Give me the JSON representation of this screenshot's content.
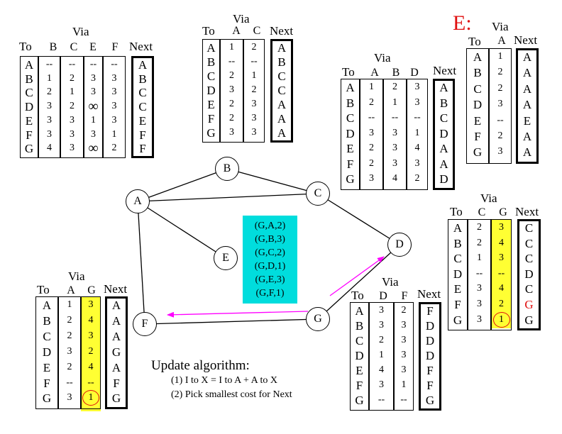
{
  "graph": {
    "nodes": [
      "A",
      "B",
      "C",
      "D",
      "E",
      "F",
      "G"
    ],
    "edges": [
      [
        "A",
        "B"
      ],
      [
        "A",
        "C"
      ],
      [
        "A",
        "E"
      ],
      [
        "A",
        "F"
      ],
      [
        "B",
        "C"
      ],
      [
        "C",
        "D"
      ],
      [
        "F",
        "G"
      ],
      [
        "G",
        "D"
      ]
    ],
    "vector_lines": [
      "(G,A,2)",
      "(G,B,3)",
      "(G,C,2)",
      "(G,D,1)",
      "(G,E,3)",
      "(G,F,1)"
    ],
    "arrow_color": "#ff00ff",
    "vector_box_color": "#00dddd"
  },
  "tables": [
    {
      "id": "table-a",
      "labels": {
        "via": "Via",
        "to": "To",
        "next": "Next"
      },
      "to": [
        "A",
        "B",
        "C",
        "D",
        "E",
        "F",
        "G"
      ],
      "via_cols": [
        {
          "header": "B",
          "values": [
            "--",
            "1",
            "2",
            "3",
            "3",
            "3",
            "4"
          ]
        },
        {
          "header": "C",
          "values": [
            "--",
            "2",
            "1",
            "2",
            "3",
            "3",
            "3"
          ]
        },
        {
          "header": "E",
          "values": [
            "--",
            "3",
            "3",
            "∞",
            "1",
            "3",
            "∞"
          ]
        },
        {
          "header": "F",
          "values": [
            "--",
            "3",
            "3",
            "3",
            "3",
            "1",
            "2"
          ]
        }
      ],
      "next": [
        "A",
        "B",
        "C",
        "C",
        "E",
        "F",
        "F"
      ]
    },
    {
      "id": "table-b",
      "labels": {
        "via": "Via",
        "to": "To",
        "next": "Next"
      },
      "to": [
        "A",
        "B",
        "C",
        "D",
        "E",
        "F",
        "G"
      ],
      "via_cols": [
        {
          "header": "A",
          "values": [
            "1",
            "--",
            "2",
            "3",
            "2",
            "2",
            "3"
          ]
        },
        {
          "header": "C",
          "values": [
            "2",
            "--",
            "1",
            "2",
            "3",
            "3",
            "3"
          ]
        }
      ],
      "next": [
        "A",
        "B",
        "C",
        "C",
        "A",
        "A",
        "A"
      ]
    },
    {
      "id": "table-c",
      "labels": {
        "via": "Via",
        "to": "To",
        "next": "Next"
      },
      "to": [
        "A",
        "B",
        "C",
        "D",
        "E",
        "F",
        "G"
      ],
      "via_cols": [
        {
          "header": "A",
          "values": [
            "1",
            "2",
            "--",
            "3",
            "2",
            "2",
            "3"
          ]
        },
        {
          "header": "B",
          "values": [
            "2",
            "1",
            "--",
            "3",
            "3",
            "3",
            "4"
          ]
        },
        {
          "header": "D",
          "values": [
            "3",
            "3",
            "--",
            "1",
            "4",
            "3",
            "2"
          ]
        }
      ],
      "next": [
        "A",
        "B",
        "C",
        "D",
        "A",
        "A",
        "D"
      ]
    },
    {
      "id": "table-e",
      "title": "E:",
      "labels": {
        "via": "Via",
        "to": "To",
        "next": "Next"
      },
      "to": [
        "A",
        "B",
        "C",
        "D",
        "E",
        "F",
        "G"
      ],
      "via_cols": [
        {
          "header": "A",
          "values": [
            "1",
            "2",
            "2",
            "3",
            "--",
            "2",
            "3"
          ]
        }
      ],
      "next": [
        "A",
        "A",
        "A",
        "A",
        "E",
        "A",
        "A"
      ]
    },
    {
      "id": "table-d",
      "labels": {
        "via": "Via",
        "to": "To",
        "next": "Next"
      },
      "to": [
        "A",
        "B",
        "C",
        "D",
        "E",
        "F",
        "G"
      ],
      "via_cols": [
        {
          "header": "C",
          "values": [
            "2",
            "2",
            "1",
            "--",
            "3",
            "3",
            "3"
          ]
        },
        {
          "header": "G",
          "values": [
            "3",
            "4",
            "3",
            "--",
            "4",
            "2",
            "1"
          ]
        }
      ],
      "next": [
        "C",
        "C",
        "C",
        "D",
        "C",
        "G",
        "G"
      ],
      "highlight_color": "#ffff33",
      "changed_next_color": "#e01010"
    },
    {
      "id": "table-f",
      "labels": {
        "via": "Via",
        "to": "To",
        "next": "Next"
      },
      "to": [
        "A",
        "B",
        "C",
        "D",
        "E",
        "F",
        "G"
      ],
      "via_cols": [
        {
          "header": "A",
          "values": [
            "1",
            "2",
            "2",
            "3",
            "2",
            "--",
            "3"
          ]
        },
        {
          "header": "G",
          "values": [
            "3",
            "4",
            "3",
            "2",
            "4",
            "--",
            "1"
          ]
        }
      ],
      "next": [
        "A",
        "A",
        "A",
        "G",
        "A",
        "F",
        "G"
      ],
      "highlight_color": "#ffff33"
    },
    {
      "id": "table-g",
      "labels": {
        "via": "Via",
        "to": "To",
        "next": "Next"
      },
      "to": [
        "A",
        "B",
        "C",
        "D",
        "E",
        "F",
        "G"
      ],
      "via_cols": [
        {
          "header": "D",
          "values": [
            "3",
            "3",
            "2",
            "1",
            "4",
            "3",
            "--"
          ]
        },
        {
          "header": "F",
          "values": [
            "2",
            "3",
            "3",
            "3",
            "3",
            "1",
            "--"
          ]
        }
      ],
      "next": [
        "F",
        "D",
        "D",
        "D",
        "F",
        "F",
        "G"
      ]
    }
  ],
  "update": {
    "title": "Update algorithm:",
    "rules": [
      "(1) I to X = I to A + A to X",
      "(2) Pick smallest cost for Next"
    ]
  }
}
